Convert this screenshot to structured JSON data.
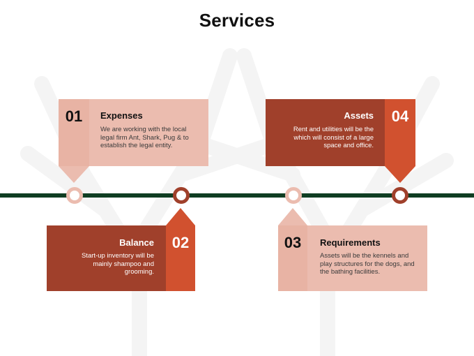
{
  "title": "Services",
  "colors": {
    "timeline": "#0f3d22",
    "light_accent": "#ebbcaf",
    "dark_accent": "#a0402b",
    "orange_accent": "#d1512f"
  },
  "items": [
    {
      "number": "01",
      "title": "Expenses",
      "description": "We are working with the local legal firm Ant, Shark, Pug & to establish the legal entity."
    },
    {
      "number": "02",
      "title": "Balance",
      "description": "Start-up inventory will be mainly shampoo and grooming."
    },
    {
      "number": "03",
      "title": "Requirements",
      "description": "Assets will be the kennels and play structures for the dogs, and the bathing facilities."
    },
    {
      "number": "04",
      "title": "Assets",
      "description": "Rent and utilities will be the which will consist of a large space and office."
    }
  ]
}
